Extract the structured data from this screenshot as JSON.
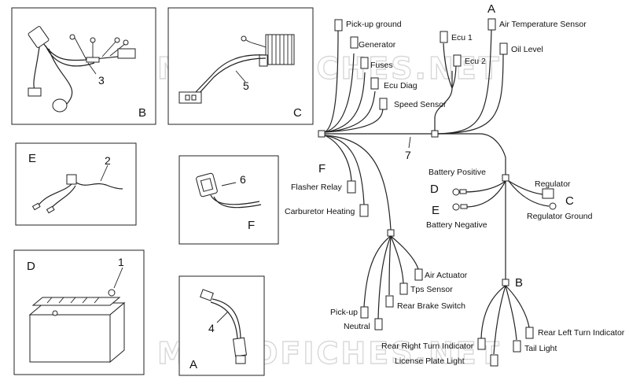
{
  "watermark": "MICROFICHES.NET",
  "panels": {
    "B": {
      "letter": "B",
      "number": "3"
    },
    "C": {
      "letter": "C",
      "number": "5"
    },
    "E": {
      "letter": "E",
      "number": "2"
    },
    "F": {
      "letter": "F",
      "number": "6"
    },
    "D": {
      "letter": "D",
      "number": "1"
    },
    "A": {
      "letter": "A",
      "number": "4"
    }
  },
  "harness": {
    "number": "7",
    "connectors": {
      "pickup_ground": "Pick-up ground",
      "generator": "Generator",
      "fuses": "Fuses",
      "ecu_diag": "Ecu Diag",
      "speed_sensor": "Speed Sensor",
      "ecu1": "Ecu 1",
      "ecu2": "Ecu 2",
      "air_temp": "Air Temperature Sensor",
      "oil_level": "Oil Level",
      "flasher_relay": "Flasher Relay",
      "carburetor_heating": "Carburetor Heating",
      "battery_positive": "Battery Positive",
      "battery_negative": "Battery Negative",
      "regulator": "Regulator",
      "regulator_ground": "Regulator Ground",
      "air_actuator": "Air Actuator",
      "tps_sensor": "Tps Sensor",
      "rear_brake_switch": "Rear Brake Switch",
      "pickup": "Pick-up",
      "neutral": "Neutral",
      "rear_right_turn": "Rear Right Turn Indicator",
      "rear_left_turn": "Rear Left Turn Indicator",
      "tail_light": "Tail Light",
      "license_plate_light": "License Plate Light"
    },
    "callouts": {
      "A": "A",
      "F": "F",
      "D": "D",
      "E": "E",
      "C": "C",
      "B": "B"
    }
  }
}
